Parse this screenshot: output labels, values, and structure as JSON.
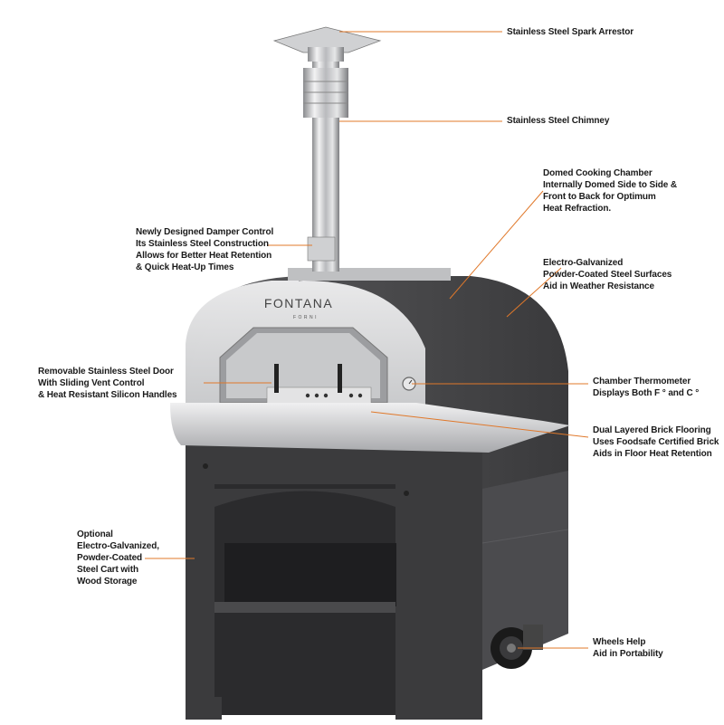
{
  "brand": {
    "name": "FONTANA",
    "sub": "FORNI"
  },
  "callouts": {
    "spark_arrestor": [
      "Stainless Steel Spark Arrestor"
    ],
    "chimney": [
      "Stainless Steel Chimney"
    ],
    "domed_chamber": [
      "Domed Cooking Chamber",
      "Internally Domed Side to Side &",
      "Front to Back for Optimum",
      "Heat Refraction."
    ],
    "damper": [
      "Newly Designed Damper Control",
      "Its Stainless Steel Construction",
      "Allows for Better Heat Retention",
      "& Quick Heat-Up Times"
    ],
    "galvanized": [
      "Electro-Galvanized",
      "Powder-Coated Steel Surfaces",
      "Aid in Weather Resistance"
    ],
    "door": [
      "Removable Stainless Steel Door",
      "With Sliding Vent Control",
      "& Heat Resistant Silicon Handles"
    ],
    "thermometer": [
      "Chamber Thermometer",
      "Displays Both F ° and C °"
    ],
    "brick": [
      "Dual Layered Brick Flooring",
      "Uses Foodsafe Certified Brick",
      "Aids in Floor Heat Retention"
    ],
    "cart": [
      "Optional",
      "Electro-Galvanized,",
      "Powder-Coated",
      "Steel Cart with",
      "Wood Storage"
    ],
    "wheels": [
      "Wheels Help",
      "Aid in Portability"
    ]
  },
  "colors": {
    "leader": "#e0782a",
    "body_dark": "#4a4a4c",
    "cart_dark": "#3e3e40",
    "steel": "#d4d5d7",
    "text": "#1a1a1a"
  }
}
